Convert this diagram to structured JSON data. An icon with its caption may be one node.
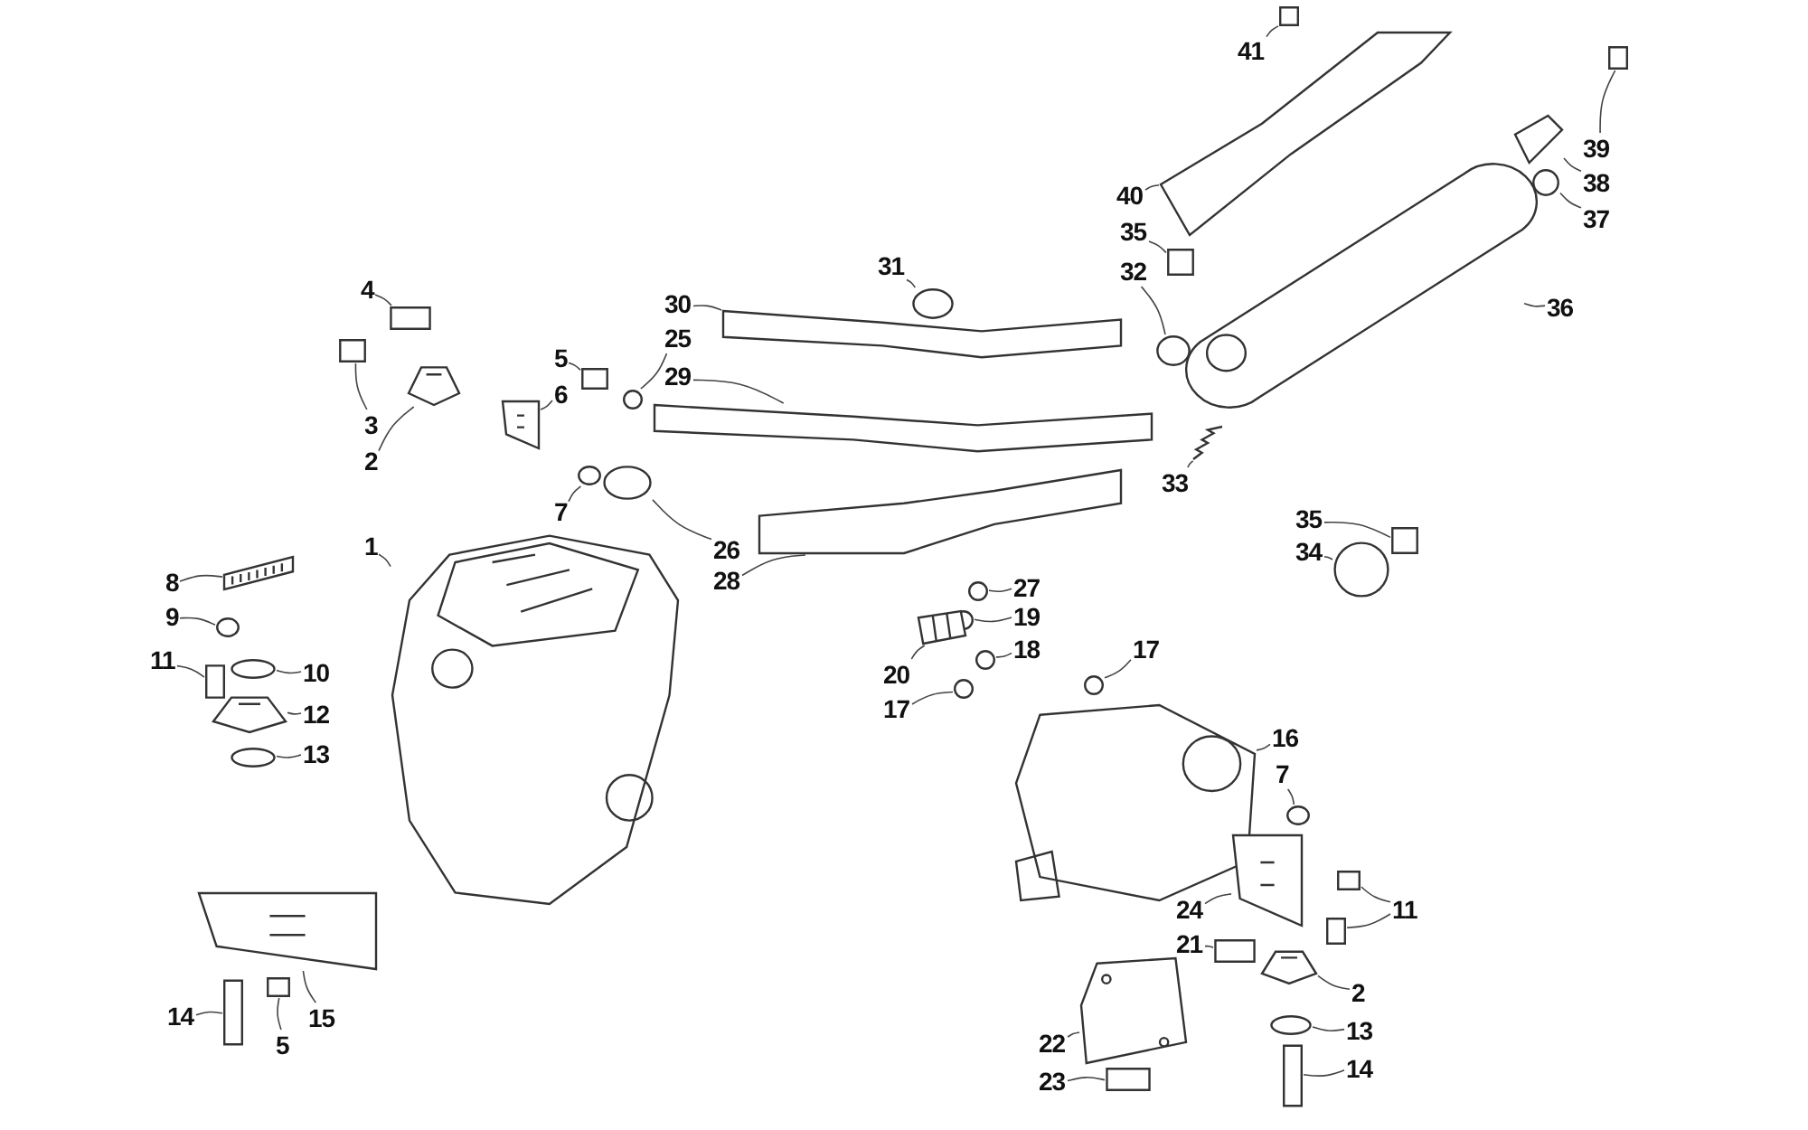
{
  "diagram": {
    "nodes": [
      {
        "text": [
          "4"
        ]
      },
      {
        "text": [
          "3"
        ]
      },
      {
        "text": [
          "2"
        ]
      },
      {
        "text": [
          "5"
        ]
      },
      {
        "text": [
          "6"
        ]
      },
      {
        "text": [
          "7"
        ]
      },
      {
        "text": [
          "1"
        ]
      },
      {
        "text": [
          "30"
        ]
      },
      {
        "text": [
          "25"
        ]
      },
      {
        "text": [
          "29"
        ]
      },
      {
        "text": [
          "31"
        ]
      },
      {
        "text": [
          "40"
        ]
      },
      {
        "text": [
          "41"
        ]
      },
      {
        "text": [
          "35"
        ]
      },
      {
        "text": [
          "32"
        ]
      },
      {
        "text": [
          "39"
        ]
      },
      {
        "text": [
          "38"
        ]
      },
      {
        "text": [
          "37"
        ]
      },
      {
        "text": [
          "36"
        ]
      },
      {
        "text": [
          "26"
        ]
      },
      {
        "text": [
          "28"
        ]
      },
      {
        "text": [
          "33"
        ]
      },
      {
        "text": [
          "8"
        ]
      },
      {
        "text": [
          "35"
        ]
      },
      {
        "text": [
          "34"
        ]
      },
      {
        "text": [
          "9"
        ]
      },
      {
        "text": [
          "11"
        ]
      },
      {
        "text": [
          "10"
        ]
      },
      {
        "text": [
          "12"
        ]
      },
      {
        "text": [
          "13"
        ]
      },
      {
        "text": [
          "27"
        ]
      },
      {
        "text": [
          "19"
        ]
      },
      {
        "text": [
          "18"
        ]
      },
      {
        "text": [
          "17"
        ]
      },
      {
        "text": [
          "20"
        ]
      },
      {
        "text": [
          "17"
        ]
      },
      {
        "text": [
          "16"
        ]
      },
      {
        "text": [
          "7"
        ]
      },
      {
        "text": [
          "24"
        ]
      },
      {
        "text": [
          "11"
        ]
      },
      {
        "text": [
          "21"
        ]
      },
      {
        "text": [
          "2"
        ]
      },
      {
        "text": [
          "13"
        ]
      },
      {
        "text": [
          "22"
        ]
      },
      {
        "text": [
          "23"
        ]
      },
      {
        "text": [
          "14"
        ]
      },
      {
        "text": [
          "14"
        ]
      },
      {
        "text": [
          "15"
        ]
      },
      {
        "text": [
          "5"
        ]
      },
      {
        "text": [],
        "shape": "bar"
      },
      {
        "text": [],
        "shape": "bar"
      },
      {
        "text": [],
        "shape": "picture"
      },
      {
        "text": [],
        "shape": "bar"
      },
      {
        "text": [],
        "shape": "picture"
      },
      {
        "text": [],
        "shape": "circle"
      },
      {
        "text": [],
        "shape": "picture"
      },
      {
        "text": [],
        "shape": "picture"
      },
      {
        "text": [],
        "shape": "circle"
      },
      {
        "text": [],
        "shape": "picture"
      },
      {
        "text": [],
        "shape": "circle"
      },
      {
        "text": [],
        "shape": "picture"
      },
      {
        "text": [],
        "shape": "bar"
      },
      {
        "text": [],
        "shape": "box"
      },
      {
        "text": [],
        "shape": "circle"
      },
      {
        "text": [],
        "shape": "bar"
      },
      {
        "text": [],
        "shape": "picture"
      },
      {
        "text": [],
        "shape": "circle"
      },
      {
        "text": [],
        "shape": "picture"
      },
      {
        "text": [],
        "shape": "circle"
      },
      {
        "text": [],
        "shape": "picture"
      },
      {
        "text": [],
        "shape": "picture"
      },
      {
        "text": [],
        "shape": "picture"
      },
      {
        "text": [],
        "shape": "box"
      },
      {
        "text": [],
        "shape": "circle"
      },
      {
        "text": [],
        "shape": "circle"
      },
      {
        "text": [],
        "shape": "bar"
      },
      {
        "text": [],
        "shape": "circle"
      },
      {
        "text": [],
        "shape": "picture"
      },
      {
        "text": [],
        "shape": "circle"
      },
      {
        "text": [],
        "shape": "circle"
      },
      {
        "text": [],
        "shape": "circle"
      },
      {
        "text": [],
        "shape": "circle"
      },
      {
        "text": [],
        "shape": "circle"
      },
      {
        "text": [],
        "shape": "picture"
      },
      {
        "text": [],
        "shape": "circle"
      },
      {
        "text": [],
        "shape": "picture"
      },
      {
        "text": [],
        "shape": "circle"
      },
      {
        "text": [],
        "shape": "picture"
      },
      {
        "text": [],
        "shape": "bar"
      },
      {
        "text": [],
        "shape": "bar"
      },
      {
        "text": [],
        "shape": "bar"
      },
      {
        "text": [],
        "shape": "picture"
      },
      {
        "text": [],
        "shape": "circle"
      },
      {
        "text": [],
        "shape": "picture"
      },
      {
        "text": [],
        "shape": "bar"
      },
      {
        "text": [],
        "shape": "bar"
      },
      {
        "text": [],
        "shape": "bar"
      },
      {
        "text": [],
        "shape": "picture"
      },
      {
        "text": [],
        "shape": "bar"
      }
    ],
    "edges": [
      {
        "from": 0,
        "to": 49,
        "arrow": "none"
      },
      {
        "from": 1,
        "to": 50,
        "arrow": "none"
      },
      {
        "from": 2,
        "to": 51,
        "arrow": "none"
      },
      {
        "from": 3,
        "to": 52,
        "arrow": "none"
      },
      {
        "from": 4,
        "to": 53,
        "arrow": "none"
      },
      {
        "from": 5,
        "to": 54,
        "arrow": "none"
      },
      {
        "from": 6,
        "to": 55,
        "arrow": "none"
      },
      {
        "from": 7,
        "to": 56,
        "arrow": "none"
      },
      {
        "from": 8,
        "to": 57,
        "arrow": "none"
      },
      {
        "from": 9,
        "to": 58,
        "arrow": "none"
      },
      {
        "from": 10,
        "to": 59,
        "arrow": "none"
      },
      {
        "from": 11,
        "to": 60,
        "arrow": "none"
      },
      {
        "from": 12,
        "to": 61,
        "arrow": "none"
      },
      {
        "from": 13,
        "to": 62,
        "arrow": "none"
      },
      {
        "from": 14,
        "to": 63,
        "arrow": "none"
      },
      {
        "from": 15,
        "to": 64,
        "arrow": "none"
      },
      {
        "from": 16,
        "to": 65,
        "arrow": "none"
      },
      {
        "from": 17,
        "to": 66,
        "arrow": "none"
      },
      {
        "from": 18,
        "to": 67,
        "arrow": "none"
      },
      {
        "from": 19,
        "to": 68,
        "arrow": "none"
      },
      {
        "from": 20,
        "to": 69,
        "arrow": "none"
      },
      {
        "from": 21,
        "to": 70,
        "arrow": "none"
      },
      {
        "from": 22,
        "to": 71,
        "arrow": "none"
      },
      {
        "from": 23,
        "to": 72,
        "arrow": "none"
      },
      {
        "from": 24,
        "to": 73,
        "arrow": "none"
      },
      {
        "from": 25,
        "to": 74,
        "arrow": "none"
      },
      {
        "from": 26,
        "to": 75,
        "arrow": "none"
      },
      {
        "from": 27,
        "to": 76,
        "arrow": "none"
      },
      {
        "from": 28,
        "to": 77,
        "arrow": "none"
      },
      {
        "from": 29,
        "to": 78,
        "arrow": "none"
      },
      {
        "from": 30,
        "to": 79,
        "arrow": "none"
      },
      {
        "from": 31,
        "to": 80,
        "arrow": "none"
      },
      {
        "from": 32,
        "to": 81,
        "arrow": "none"
      },
      {
        "from": 33,
        "to": 82,
        "arrow": "none"
      },
      {
        "from": 34,
        "to": 83,
        "arrow": "none"
      },
      {
        "from": 35,
        "to": 84,
        "arrow": "none"
      },
      {
        "from": 36,
        "to": 85,
        "arrow": "none"
      },
      {
        "from": 37,
        "to": 86,
        "arrow": "none"
      },
      {
        "from": 38,
        "to": 87,
        "arrow": "none"
      },
      {
        "from": 39,
        "to": 88,
        "arrow": "none"
      },
      {
        "from": 39,
        "to": 89,
        "arrow": "none"
      },
      {
        "from": 40,
        "to": 90,
        "arrow": "none"
      },
      {
        "from": 41,
        "to": 91,
        "arrow": "none"
      },
      {
        "from": 42,
        "to": 92,
        "arrow": "none"
      },
      {
        "from": 43,
        "to": 93,
        "arrow": "none"
      },
      {
        "from": 44,
        "to": 94,
        "arrow": "none"
      },
      {
        "from": 45,
        "to": 95,
        "arrow": "none"
      },
      {
        "from": 46,
        "to": 96,
        "arrow": "none"
      },
      {
        "from": 47,
        "to": 97,
        "arrow": "none"
      },
      {
        "from": 48,
        "to": 98,
        "arrow": "none"
      }
    ]
  }
}
